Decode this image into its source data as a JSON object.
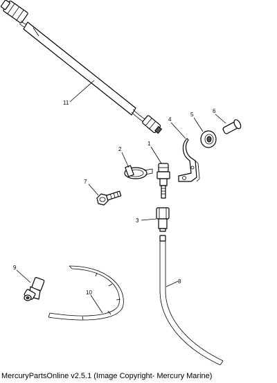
{
  "callouts": {
    "c1": "1",
    "c2": "2",
    "c3": "3",
    "c4": "4",
    "c5": "5",
    "c6": "6",
    "c7": "7",
    "c8": "8",
    "c9": "9",
    "c10": "10",
    "c11": "11"
  },
  "caption": "MercuryPartsOnline v2.5.1 (Image Copyright- Mercury Marine)"
}
